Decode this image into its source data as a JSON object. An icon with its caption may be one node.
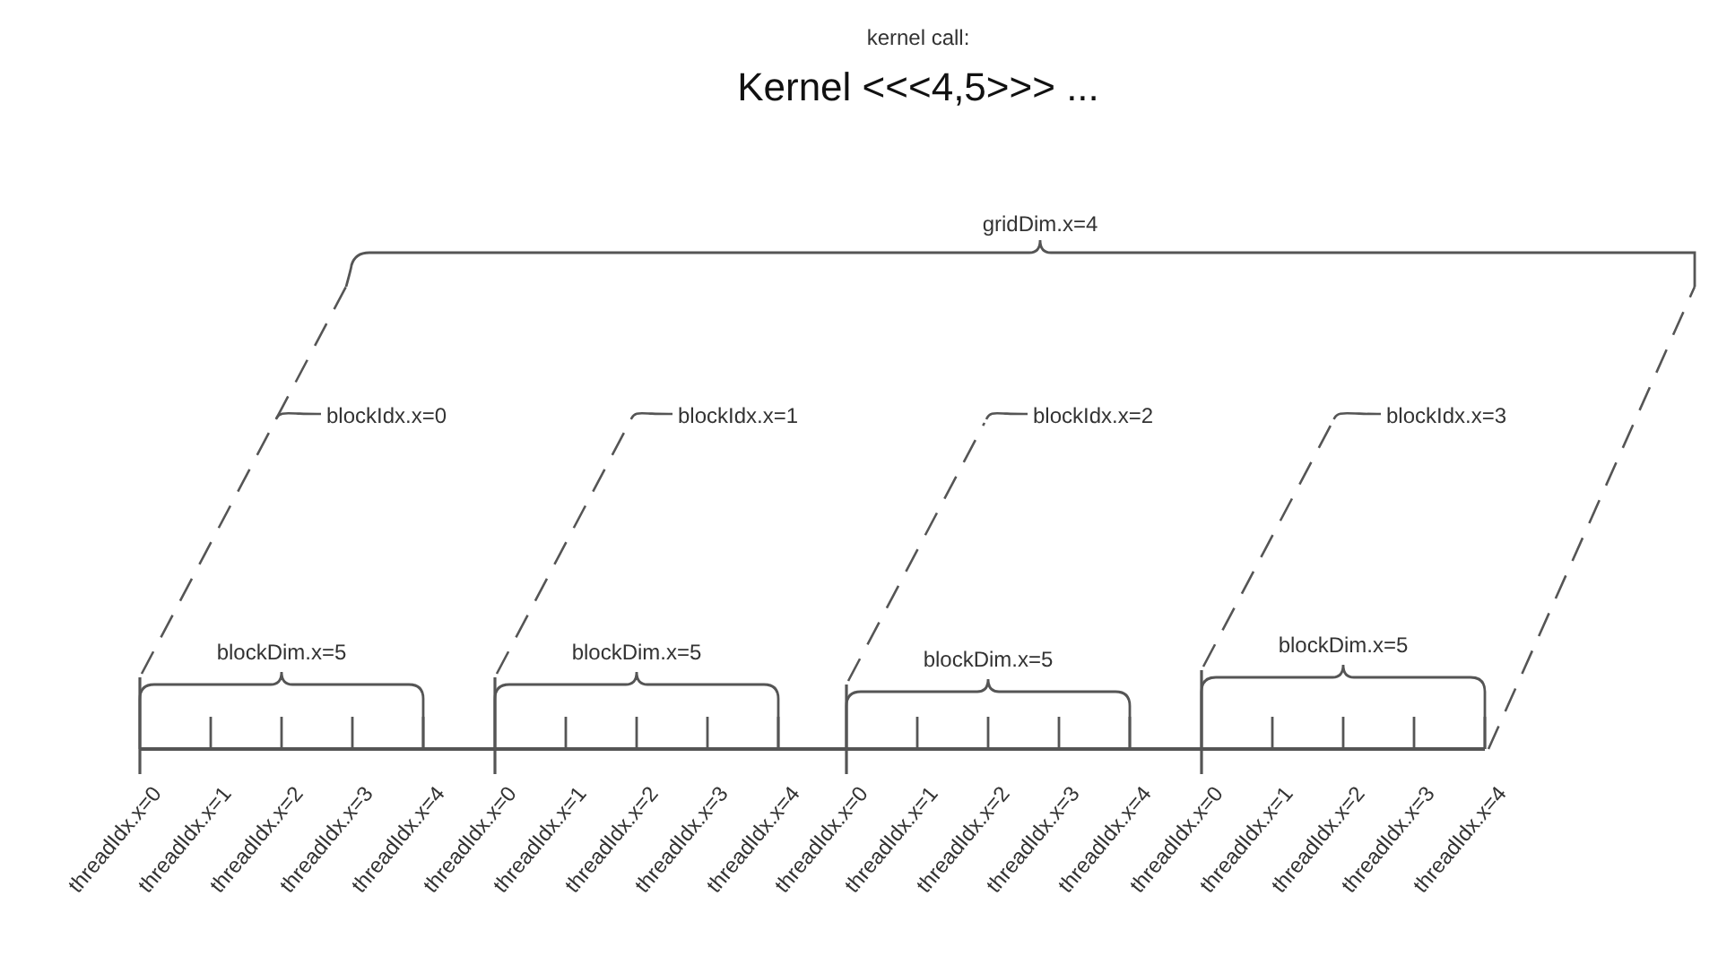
{
  "diagram": {
    "nodes": [
      {
        "text": [
          "blockIdx.x=0"
        ]
      },
      {
        "text": [
          "blockIdx.x=1"
        ]
      },
      {
        "text": [
          "blockIdx.x=2"
        ]
      },
      {
        "text": [
          "blockIdx.x=3"
        ]
      }
    ],
    "edges": [
      {
        "from": 0,
        "to": null,
        "arrow": "none"
      },
      {
        "from": 1,
        "to": null,
        "arrow": "none"
      },
      {
        "from": 2,
        "to": null,
        "arrow": "none"
      },
      {
        "from": 3,
        "to": null,
        "arrow": "none"
      }
    ],
    "labels": [
      "kernel call:",
      "Kernel <<<4,5>>> ...",
      "gridDim.x=4",
      "blockDim.x=5",
      "blockDim.x=5",
      "blockDim.x=5",
      "blockDim.x=5",
      "threadIdx.x=0",
      "threadIdx.x=1",
      "threadIdx.x=2",
      "threadIdx.x=3",
      "threadIdx.x=4",
      "threadIdx.x=0",
      "threadIdx.x=1",
      "threadIdx.x=2",
      "threadIdx.x=3",
      "threadIdx.x=4",
      "threadIdx.x=0",
      "threadIdx.x=1",
      "threadIdx.x=2",
      "threadIdx.x=3",
      "threadIdx.x=4",
      "threadIdx.x=0",
      "threadIdx.x=1",
      "threadIdx.x=2",
      "threadIdx.x=3",
      "threadIdx.x=4"
    ]
  }
}
